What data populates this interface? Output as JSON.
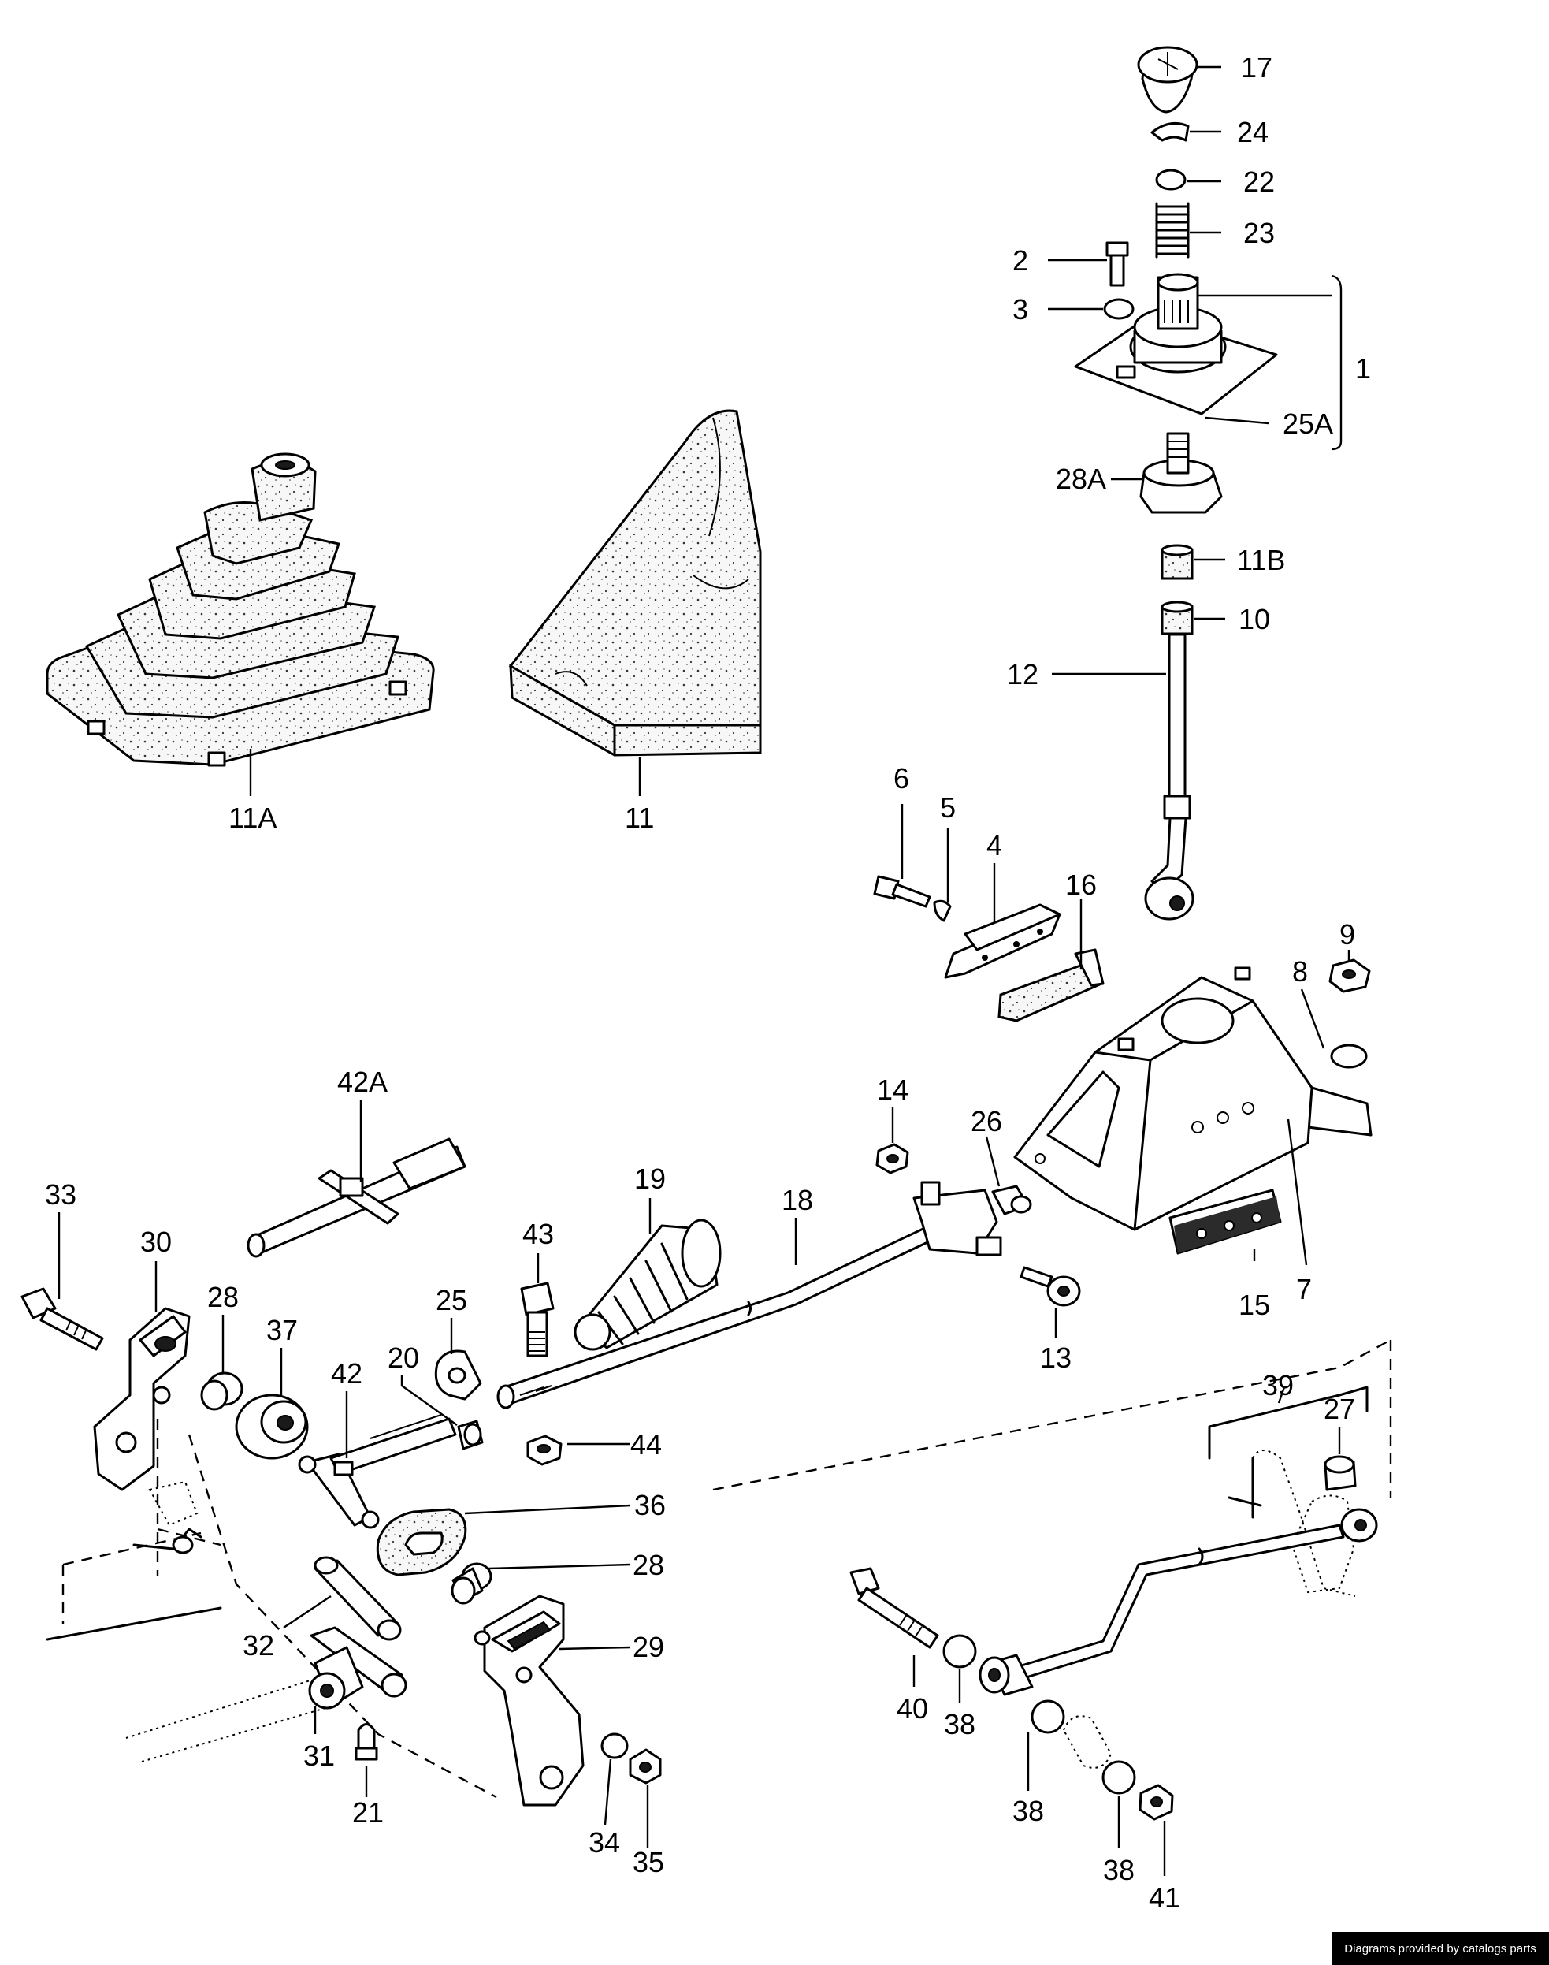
{
  "diagram": {
    "labels": {
      "l17": "17",
      "l24": "24",
      "l22": "22",
      "l23": "23",
      "l2": "2",
      "l3": "3",
      "l1": "1",
      "l25A": "25A",
      "l28A": "28A",
      "l11B": "11B",
      "l10": "10",
      "l12": "12",
      "l11A": "11A",
      "l11": "11",
      "l6": "6",
      "l5": "5",
      "l4": "4",
      "l16": "16",
      "l9": "9",
      "l8": "8",
      "l14": "14",
      "l26": "26",
      "l7": "7",
      "l15": "15",
      "l13": "13",
      "l42A": "42A",
      "l19": "19",
      "l18": "18",
      "l43": "43",
      "l33": "33",
      "l30": "30",
      "l28a": "28",
      "l37": "37",
      "l25": "25",
      "l20": "20",
      "l42": "42",
      "l44": "44",
      "l36": "36",
      "l28b": "28",
      "l29": "29",
      "l32": "32",
      "l31": "31",
      "l21": "21",
      "l34": "34",
      "l35": "35",
      "l39": "39",
      "l27": "27",
      "l40": "40",
      "l38a": "38",
      "l38b": "38",
      "l38c": "38",
      "l41": "41"
    }
  },
  "footer": {
    "credit": "Diagrams provided by catalogs parts"
  }
}
